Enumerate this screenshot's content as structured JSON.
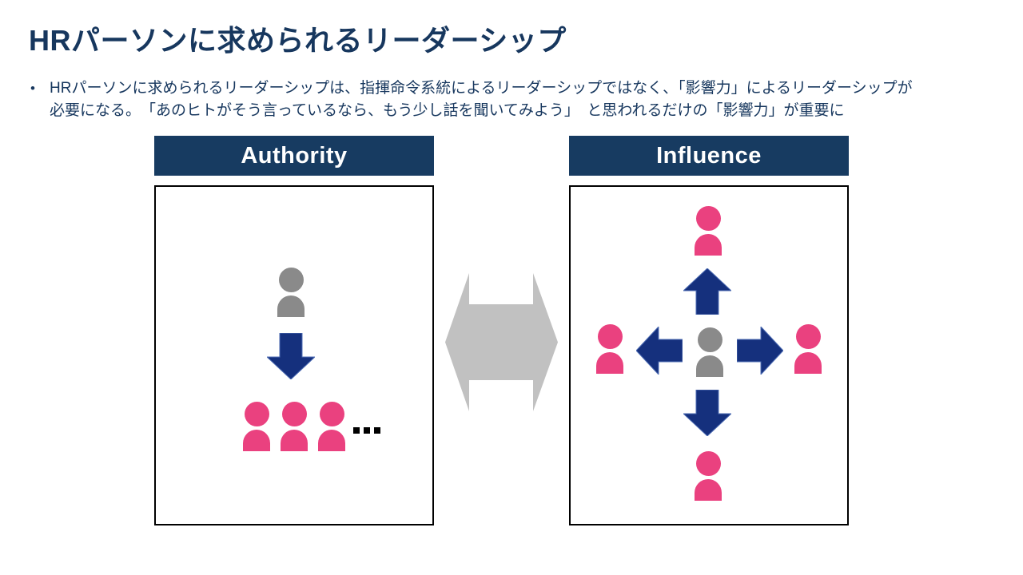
{
  "slide": {
    "title": "HRパーソンに求められるリーダーシップ",
    "bullet": {
      "marker": "•",
      "lines": [
        "HRパーソンに求められるリーダーシップは、指揮命令系統によるリーダーシップではなく、「影響力」によるリーダーシップが",
        "必要になる。　「あのヒトがそう言っているなら、もう少し話を聞いてみよう」　と思われるだけの「影響力」が重要に"
      ]
    }
  },
  "diagram": {
    "authority": {
      "header_label": "Authority",
      "leader_icon": "gray-person",
      "flow_icon": "down-block-arrow",
      "member_icons": [
        "pink-person",
        "pink-person",
        "pink-person"
      ],
      "ellipsis": "..."
    },
    "relation_icon": "left-right-double-arrow",
    "influence": {
      "header_label": "Influence",
      "center_icon": "gray-person",
      "arrow_icons": [
        "up-block-arrow",
        "left-block-arrow",
        "right-block-arrow",
        "down-block-arrow"
      ],
      "peer_icons": [
        "pink-person",
        "pink-person",
        "pink-person",
        "pink-person"
      ]
    }
  },
  "colors": {
    "page_bg": "#FFFFFF",
    "navy_text": "#17375E",
    "header_bg": "#173B61",
    "header_fg": "#FFFFFF",
    "arrow_blue": "#15307D",
    "arrow_stroke": "#4F6EB5",
    "pink": "#EA417F",
    "gray_person": "#8A8A8A",
    "double_arrow_gray": "#C1C1C1",
    "dot_black": "#000000",
    "box_border": "#000000"
  }
}
